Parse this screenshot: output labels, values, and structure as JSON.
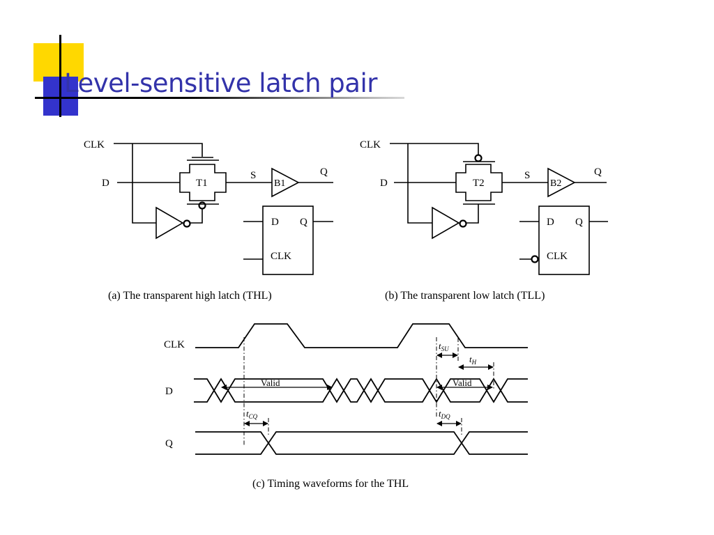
{
  "title": "Level-sensitive latch pair",
  "colors": {
    "title": "#3333aa",
    "accent_yellow": "#ffd800",
    "accent_blue": "#3333cc"
  },
  "thl": {
    "clk": "CLK",
    "d": "D",
    "s": "S",
    "q": "Q",
    "gate": "T1",
    "buffer": "B1",
    "box_d": "D",
    "box_q": "Q",
    "box_clk": "CLK",
    "caption": "(a) The transparent high latch (THL)"
  },
  "tll": {
    "clk": "CLK",
    "d": "D",
    "s": "S",
    "q": "Q",
    "gate": "T2",
    "buffer": "B2",
    "box_d": "D",
    "box_q": "Q",
    "box_clk": "CLK",
    "caption": "(b) The transparent low latch (TLL)"
  },
  "timing": {
    "clk": "CLK",
    "d": "D",
    "q": "Q",
    "valid1": "Valid",
    "valid2": "Valid",
    "tsu_t": "t",
    "tsu_sub": "SU",
    "th_t": "t",
    "th_sub": "H",
    "tcq_t": "t",
    "tcq_sub": "CQ",
    "tdq_t": "t",
    "tdq_sub": "DQ",
    "caption": "(c) Timing waveforms for the THL"
  }
}
